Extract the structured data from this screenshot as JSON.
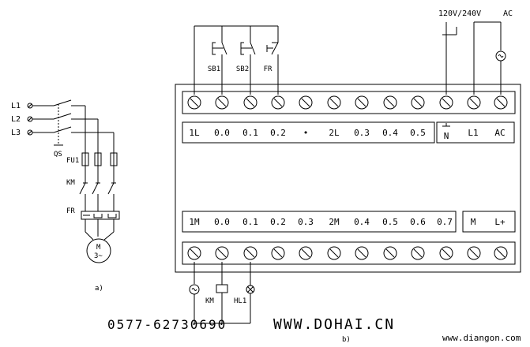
{
  "motor_circuit": {
    "phases": [
      "L1",
      "L2",
      "L3"
    ],
    "switch_label": "QS",
    "fuse_label": "FU1",
    "contactor_label": "KM",
    "overload_label": "FR",
    "motor_label": "M",
    "motor_symbol": "3~",
    "caption": "a)"
  },
  "plc": {
    "supply_label": "120V/240V",
    "supply_type": "AC",
    "input_devices": [
      "SB1",
      "SB2",
      "FR"
    ],
    "input_terminals": [
      "1L",
      "0.0",
      "0.1",
      "0.2",
      "•",
      "2L",
      "0.3",
      "0.4",
      "0.5"
    ],
    "power_terminals": [
      "N",
      "L1",
      "AC"
    ],
    "output_terminals": [
      "1M",
      "0.0",
      "0.1",
      "0.2",
      "0.3",
      "2M",
      "0.4",
      "0.5",
      "0.6",
      "0.7"
    ],
    "dc_terminals": [
      "M",
      "L+"
    ],
    "output_devices": [
      "KM",
      "HL1"
    ],
    "caption": "b)"
  },
  "watermarks": {
    "phone": "0577-62730690",
    "site_left": "WWW.DOHAI.CN",
    "site_right": "www.diangon.com"
  }
}
